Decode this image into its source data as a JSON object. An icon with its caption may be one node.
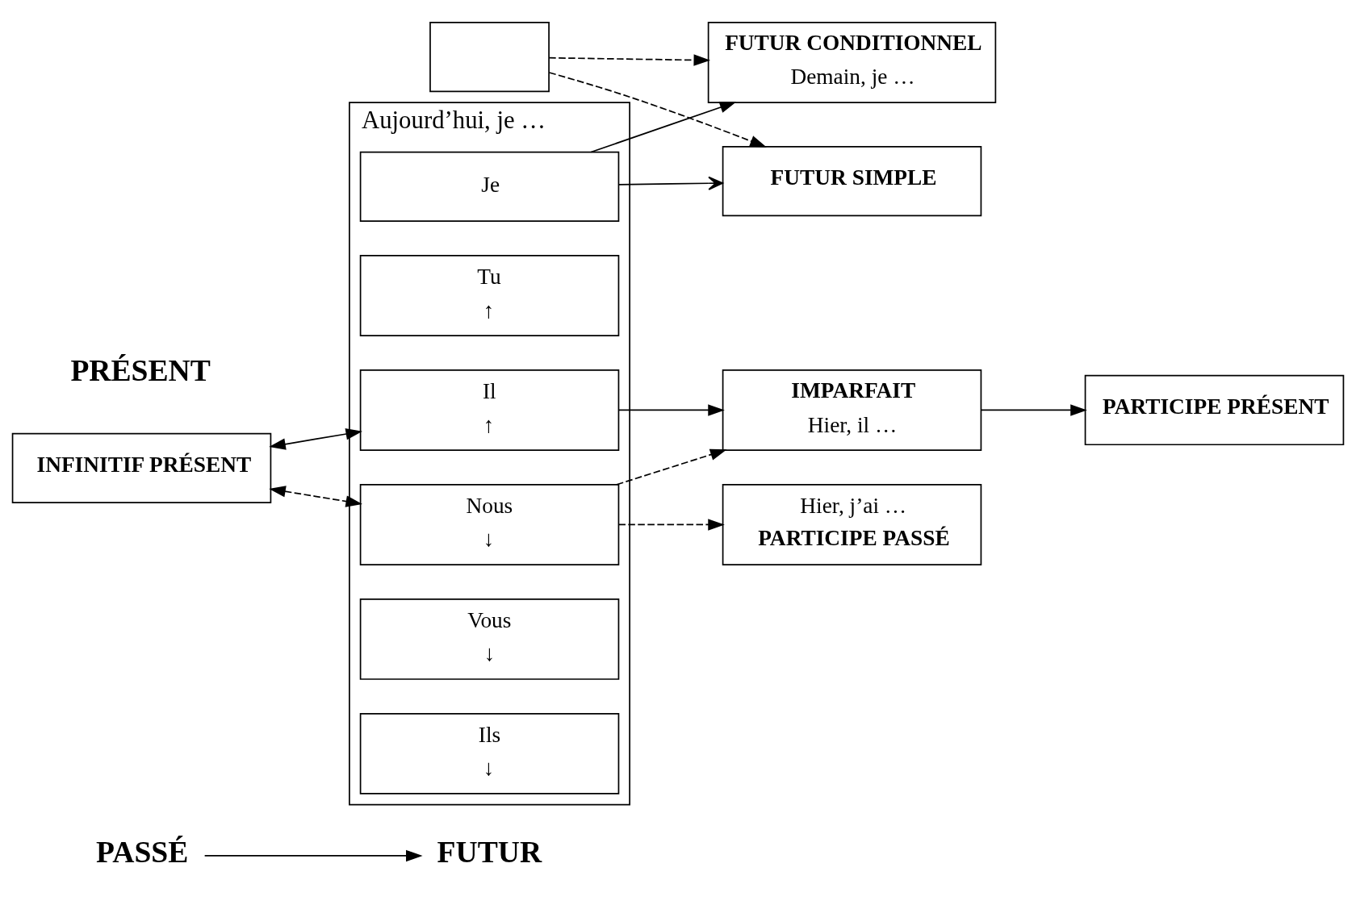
{
  "diagram": {
    "nodes": [
      {
        "text": [
          "PASSÉ"
        ]
      },
      {
        "text": [
          "FUTUR"
        ]
      },
      {
        "text": [
          "Aujourd’hui, je …"
        ]
      },
      {
        "text": [
          "Je"
        ],
        "in": 2
      },
      {
        "text": [
          "Tu",
          "↑"
        ],
        "in": 2
      },
      {
        "text": [
          "Il",
          "↑"
        ],
        "in": 2
      },
      {
        "text": [
          "Nous",
          "↓"
        ],
        "in": 2
      },
      {
        "text": [
          "Vous",
          "↓"
        ],
        "in": 2
      },
      {
        "text": [
          "Ils",
          "↓"
        ],
        "in": 2
      },
      {
        "text": [
          "FUTUR CONDITIONNEL",
          "Demain, je …"
        ]
      },
      {
        "text": [
          "FUTUR SIMPLE"
        ]
      },
      {
        "text": [
          "IMPARFAIT",
          "Hier, il …"
        ]
      },
      {
        "text": [
          "PARTICIPE PRÉSENT"
        ]
      },
      {
        "text": [
          "Hier, j’ai …",
          "PARTICIPE PASSÉ"
        ]
      },
      {
        "text": [
          "INFINITIF PRÉSENT"
        ]
      },
      {
        "text": [],
        "shape": "box"
      }
    ],
    "edges": [
      {
        "from": 0,
        "to": 1,
        "arrow": "to"
      },
      {
        "from": 3,
        "to": 9,
        "arrow": "to"
      },
      {
        "from": 3,
        "to": 10,
        "arrow": "to"
      },
      {
        "from": 5,
        "to": 11,
        "arrow": "to"
      },
      {
        "from": 6,
        "to": 11,
        "arrow": "to",
        "style": "dashed"
      },
      {
        "from": 6,
        "to": 13,
        "arrow": "to",
        "style": "dashed"
      },
      {
        "from": 11,
        "to": 12,
        "arrow": "to"
      },
      {
        "from": 14,
        "to": 5,
        "arrow": "both"
      },
      {
        "from": 14,
        "to": 6,
        "arrow": "both",
        "style": "dashed"
      },
      {
        "from": 15,
        "to": 9,
        "arrow": "to",
        "style": "dashed"
      },
      {
        "from": 15,
        "to": 10,
        "arrow": "to",
        "style": "dashed"
      }
    ],
    "labels": [
      "PRÉSENT"
    ]
  }
}
